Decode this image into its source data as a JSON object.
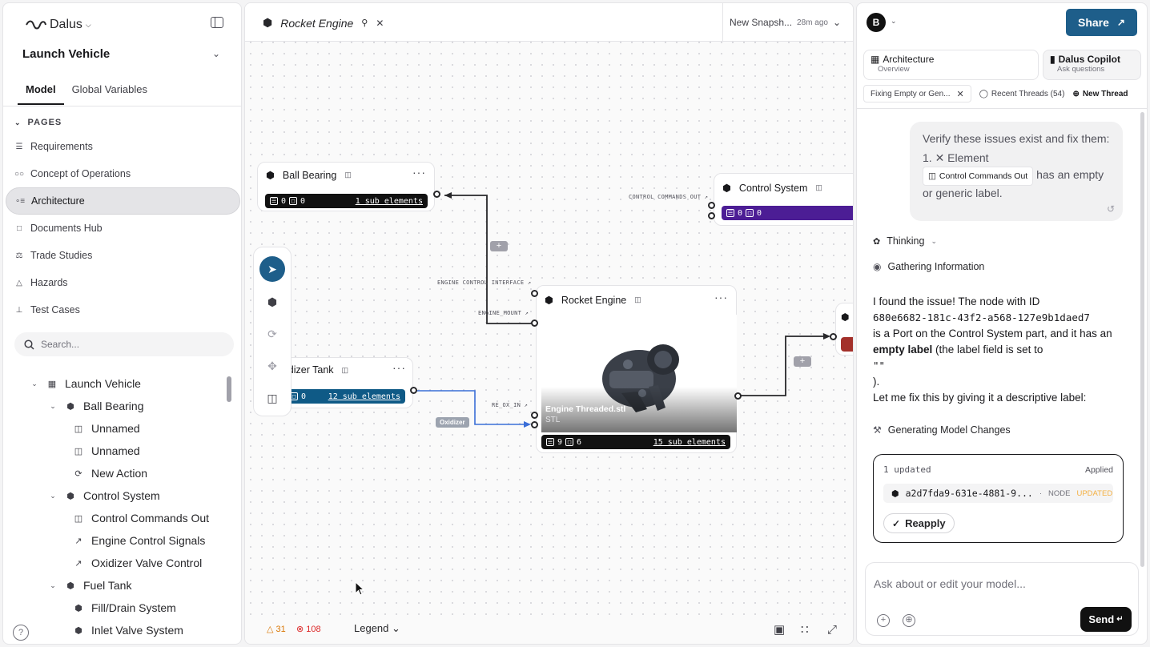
{
  "sidebar": {
    "brand": "Dalus",
    "project": "Launch Vehicle",
    "tabs": [
      "Model",
      "Global Variables"
    ],
    "pages_header": "PAGES",
    "pages": [
      {
        "label": "Requirements",
        "icon": "list-icon"
      },
      {
        "label": "Concept of Operations",
        "icon": "people-icon"
      },
      {
        "label": "Architecture",
        "icon": "architecture-icon",
        "active": true
      },
      {
        "label": "Documents Hub",
        "icon": "folder-icon"
      },
      {
        "label": "Trade Studies",
        "icon": "scale-icon"
      },
      {
        "label": "Hazards",
        "icon": "warning-icon"
      },
      {
        "label": "Test Cases",
        "icon": "flask-icon"
      }
    ],
    "search_placeholder": "Search...",
    "tree": [
      {
        "label": "Launch Vehicle",
        "level": 0,
        "icon": "hierarchy-icon",
        "expanded": true
      },
      {
        "label": "Ball Bearing",
        "level": 1,
        "icon": "cube-icon",
        "expanded": true
      },
      {
        "label": "Unnamed",
        "level": 2,
        "icon": "port-icon"
      },
      {
        "label": "Unnamed",
        "level": 2,
        "icon": "port-icon"
      },
      {
        "label": "New Action",
        "level": 2,
        "icon": "action-icon"
      },
      {
        "label": "Control System",
        "level": 1,
        "icon": "cube-icon",
        "expanded": true
      },
      {
        "label": "Control Commands Out",
        "level": 2,
        "icon": "port-icon"
      },
      {
        "label": "Engine Control Signals",
        "level": 2,
        "icon": "signal-icon"
      },
      {
        "label": "Oxidizer Valve Control",
        "level": 2,
        "icon": "signal-icon"
      },
      {
        "label": "Fuel Tank",
        "level": 1,
        "icon": "cube-icon",
        "expanded": true
      },
      {
        "label": "Fill/Drain System",
        "level": 2,
        "icon": "cube-icon"
      },
      {
        "label": "Inlet Valve System",
        "level": 2,
        "icon": "cube-icon"
      }
    ]
  },
  "canvas": {
    "tab_title": "Rocket Engine",
    "snapshot_label": "New Snapsh...",
    "snapshot_age": "28m ago",
    "nodes": {
      "ball_bearing": {
        "title": "Ball Bearing",
        "req": "0",
        "docs": "0",
        "sub": "1 sub elements"
      },
      "control_system": {
        "title": "Control System",
        "req": "0",
        "docs": "0"
      },
      "rocket_engine": {
        "title": "Rocket Engine",
        "req": "9",
        "docs": "6",
        "sub": "15 sub elements",
        "file_name": "Engine Threaded.stl",
        "file_type": "STL"
      },
      "tank": {
        "title": "idizer Tank",
        "docs": "0",
        "sub": "12 sub elements"
      }
    },
    "edge_labels": {
      "control_commands_out": "CONTROL COMMANDS OUT ↗",
      "engine_control_interface": "ENGINE CONTROL INTERFACE ↗",
      "engine_mount": "ENGINE_MOUNT ↗",
      "re_ox_in": "RE_OX_IN ↗",
      "oxidizer": "Oxidizer"
    },
    "warnings": "31",
    "errors": "108",
    "legend": "Legend"
  },
  "panel": {
    "avatar": "B",
    "share": "Share",
    "mode_architecture": {
      "title": "Architecture",
      "subtitle": "Overview"
    },
    "mode_copilot": {
      "title": "Dalus Copilot",
      "subtitle": "Ask questions"
    },
    "current_thread": "Fixing Empty or Gen...",
    "recent_threads": "Recent Threads (54)",
    "new_thread": "New Thread",
    "user_message": {
      "line1": "Verify these issues exist and fix them:",
      "item": "1. ✕ Element",
      "chip": "Control Commands Out",
      "tail": "has an empty or generic label."
    },
    "thinking": "Thinking",
    "gathering": "Gathering Information",
    "answer": {
      "p1": "I found the issue! The node with ID",
      "id": "680e6682-181c-43f2-a568-127e9b1daed7",
      "p2": "is a Port on the Control System part, and it has an",
      "bold": "empty label",
      "p3": "(the label field is set to",
      "quote": "\"\"",
      "p4": ").",
      "p5": "Let me fix this by giving it a descriptive label:"
    },
    "generating": "Generating Model Changes",
    "result": {
      "header": "1 updated",
      "applied": "Applied",
      "node_id": "a2d7fda9-631e-4881-9...",
      "node_tag": "NODE",
      "status": "UPDATED",
      "reapply": "Reapply"
    },
    "composer_placeholder": "Ask about or edit your model...",
    "send": "Send"
  },
  "colors": {
    "accent": "#1e5e8a",
    "purple": "#4c1d95",
    "blue_pill": "#0f5a86",
    "edge_blue": "#3b6fd8"
  }
}
